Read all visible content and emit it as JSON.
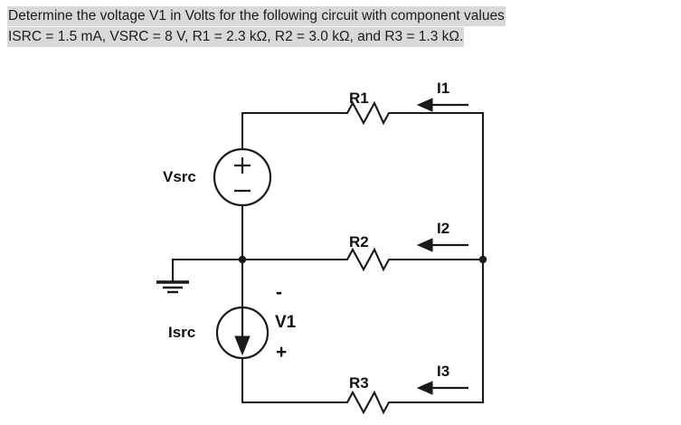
{
  "problem": {
    "line1": "Determine the voltage V1 in Volts for the following circuit with component values",
    "line2": "ISRC = 1.5 mA, VSRC = 8 V, R1 = 2.3 kΩ, R2 = 3.0 kΩ, and R3 = 1.3 kΩ.",
    "highlight_color": "#d9d9d9"
  },
  "circuit": {
    "sources": {
      "voltage_source": {
        "label": "Vsrc",
        "plus_sign": "+",
        "minus_sign": "−",
        "value": "8 V"
      },
      "current_source": {
        "label": "Isrc",
        "value": "1.5 mA",
        "direction": "down"
      }
    },
    "measurement": {
      "label": "V1",
      "minus_sign": "-",
      "plus_sign": "+",
      "unknown": true
    },
    "resistors": [
      {
        "label": "R1",
        "value": "2.3 kΩ"
      },
      {
        "label": "R2",
        "value": "3.0 kΩ"
      },
      {
        "label": "R3",
        "value": "1.3 kΩ"
      }
    ],
    "currents": [
      {
        "label": "I1",
        "direction": "left"
      },
      {
        "label": "I2",
        "direction": "left"
      },
      {
        "label": "I3",
        "direction": "left"
      }
    ],
    "ground": {
      "label": "ground",
      "symbol": "earth"
    },
    "colors": {
      "wire": "#1a1a1a",
      "background": "#ffffff",
      "text": "#111111"
    }
  }
}
